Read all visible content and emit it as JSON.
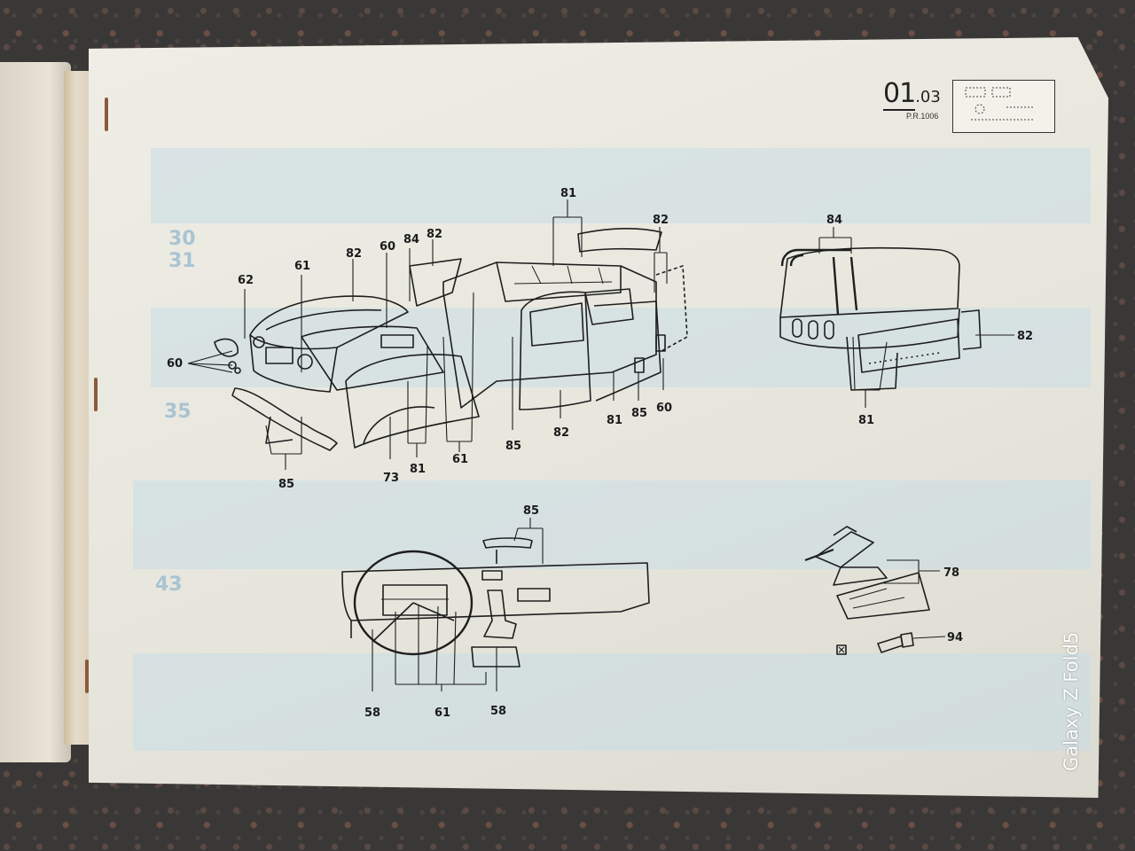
{
  "page_ref": {
    "main": "01",
    "sub": ".03",
    "code": "P.R.1006"
  },
  "callouts": {
    "c62": "62",
    "c61a": "61",
    "c82a": "82",
    "c60a": "60",
    "c84a": "84",
    "c82b": "82",
    "c81a": "81",
    "c82c": "82",
    "c60b": "60",
    "c85a": "85",
    "c73": "73",
    "c81b": "81",
    "c61b": "61",
    "c85b": "85",
    "c82d": "82",
    "c81c": "81",
    "c85c": "85",
    "c60c": "60",
    "c84b": "84",
    "c82e": "82",
    "c81d": "81",
    "c85d": "85",
    "c58a": "58",
    "c61c": "61",
    "c58b": "58",
    "c78": "78",
    "c94": "94"
  },
  "watermark": "Galaxy Z Fold5",
  "colors": {
    "paper": "#e9e8df",
    "ink": "#1b1b1b",
    "ghost_band": "#c9dde6",
    "asphalt": "#3a3836"
  }
}
